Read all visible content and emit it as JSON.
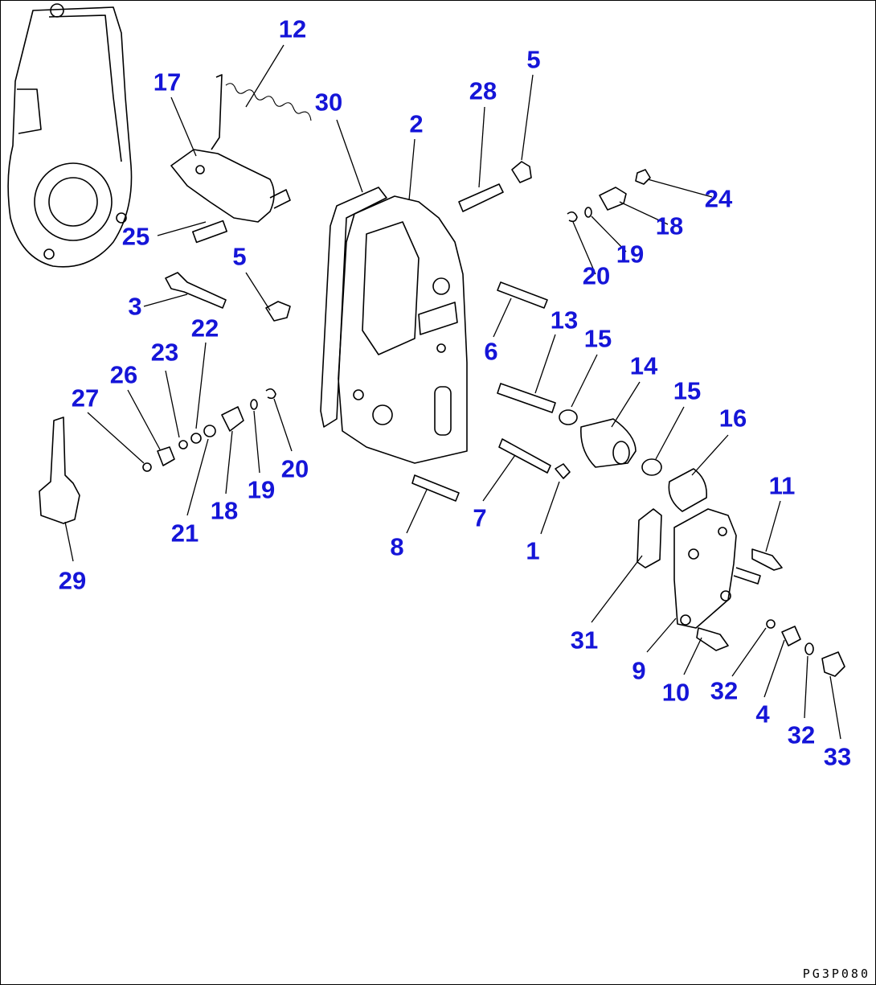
{
  "colors": {
    "callout": "#1515d8",
    "linework": "#000000",
    "background": "#ffffff"
  },
  "drawing_code": "PG3P080",
  "callouts": [
    {
      "id": "c1",
      "text": "12"
    },
    {
      "id": "c2",
      "text": "17"
    },
    {
      "id": "c3",
      "text": "30"
    },
    {
      "id": "c4",
      "text": "2"
    },
    {
      "id": "c5",
      "text": "28"
    },
    {
      "id": "c6",
      "text": "5"
    },
    {
      "id": "c7",
      "text": "24"
    },
    {
      "id": "c8",
      "text": "18"
    },
    {
      "id": "c9",
      "text": "19"
    },
    {
      "id": "c10",
      "text": "20"
    },
    {
      "id": "c11",
      "text": "25"
    },
    {
      "id": "c12",
      "text": "5"
    },
    {
      "id": "c13",
      "text": "3"
    },
    {
      "id": "c14",
      "text": "22"
    },
    {
      "id": "c15",
      "text": "23"
    },
    {
      "id": "c16",
      "text": "26"
    },
    {
      "id": "c17",
      "text": "27"
    },
    {
      "id": "c18",
      "text": "13"
    },
    {
      "id": "c19",
      "text": "6"
    },
    {
      "id": "c20",
      "text": "15"
    },
    {
      "id": "c21",
      "text": "14"
    },
    {
      "id": "c22",
      "text": "15"
    },
    {
      "id": "c23",
      "text": "16"
    },
    {
      "id": "c24",
      "text": "20"
    },
    {
      "id": "c25",
      "text": "19"
    },
    {
      "id": "c26",
      "text": "18"
    },
    {
      "id": "c27",
      "text": "21"
    },
    {
      "id": "c28",
      "text": "8"
    },
    {
      "id": "c29",
      "text": "7"
    },
    {
      "id": "c30",
      "text": "1"
    },
    {
      "id": "c31",
      "text": "29"
    },
    {
      "id": "c32",
      "text": "11"
    },
    {
      "id": "c33",
      "text": "31"
    },
    {
      "id": "c34",
      "text": "9"
    },
    {
      "id": "c35",
      "text": "10"
    },
    {
      "id": "c36",
      "text": "32"
    },
    {
      "id": "c37",
      "text": "4"
    },
    {
      "id": "c38",
      "text": "32"
    },
    {
      "id": "c39",
      "text": "33"
    }
  ]
}
